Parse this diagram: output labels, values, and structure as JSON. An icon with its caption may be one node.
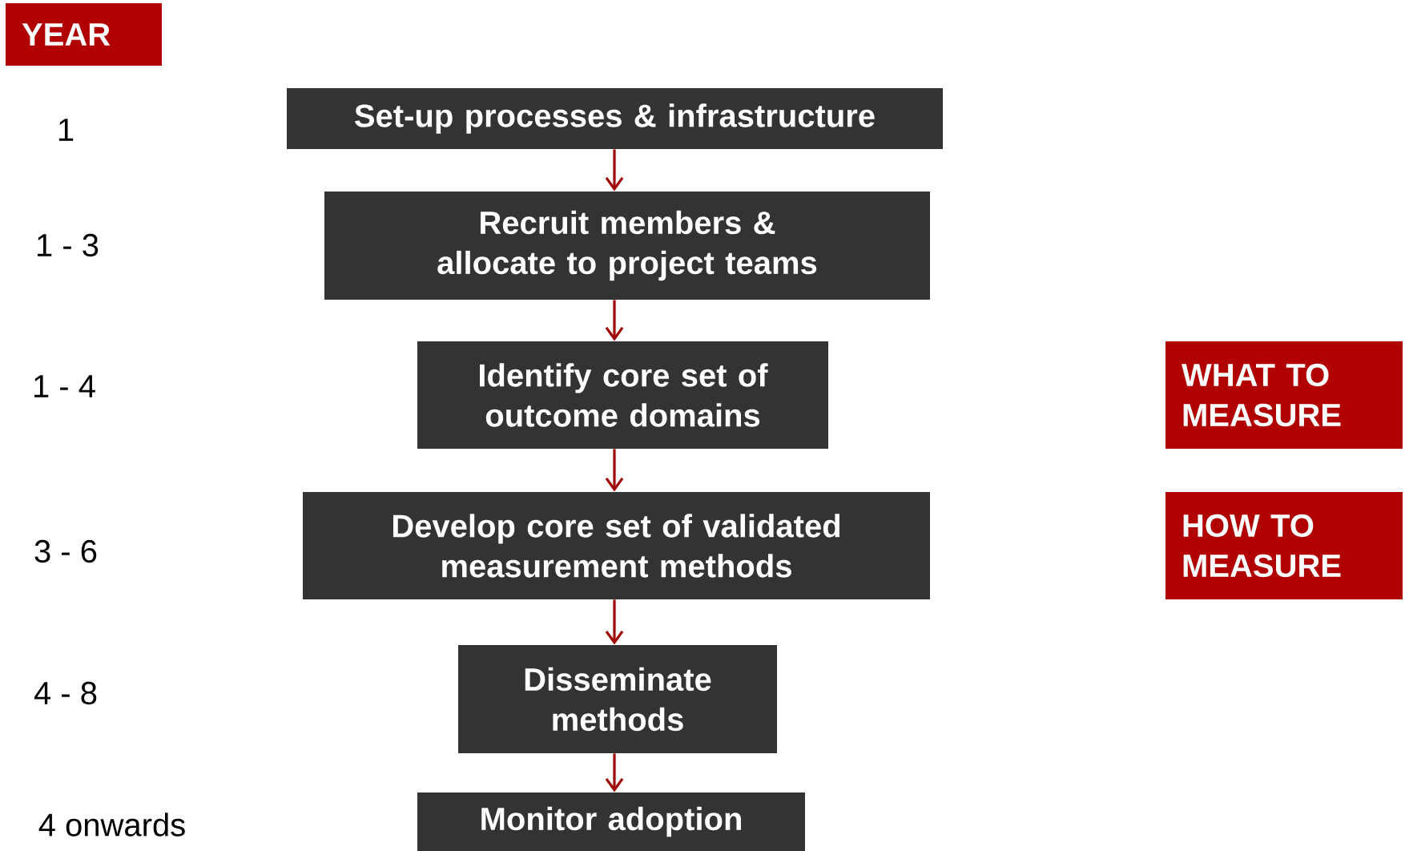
{
  "diagram": {
    "nodes": [
      {
        "text": [
          "YEAR"
        ]
      },
      {
        "text": [
          "Set-up processes & infrastructure"
        ]
      },
      {
        "text": [
          "Recruit members & allocate to project teams"
        ]
      },
      {
        "text": [
          "Identify core set of outcome domains"
        ]
      },
      {
        "text": [
          "WHAT TO MEASURE"
        ]
      },
      {
        "text": [
          "Develop core set of validated measurement methods"
        ]
      },
      {
        "text": [
          "HOW TO MEASURE"
        ]
      },
      {
        "text": [
          "Disseminate methods"
        ]
      },
      {
        "text": [
          "Monitor adoption"
        ]
      }
    ],
    "edges": [
      {
        "from": 1,
        "to": 2,
        "arrow": "to"
      },
      {
        "from": 2,
        "to": 3,
        "arrow": "to"
      },
      {
        "from": 3,
        "to": 5,
        "arrow": "to"
      },
      {
        "from": 5,
        "to": 7,
        "arrow": "to"
      },
      {
        "from": 7,
        "to": 8,
        "arrow": "to"
      }
    ],
    "labels": [
      "1",
      "1 - 3",
      "1 - 4",
      "3 - 6",
      "4 - 8",
      "4 onwards"
    ]
  }
}
